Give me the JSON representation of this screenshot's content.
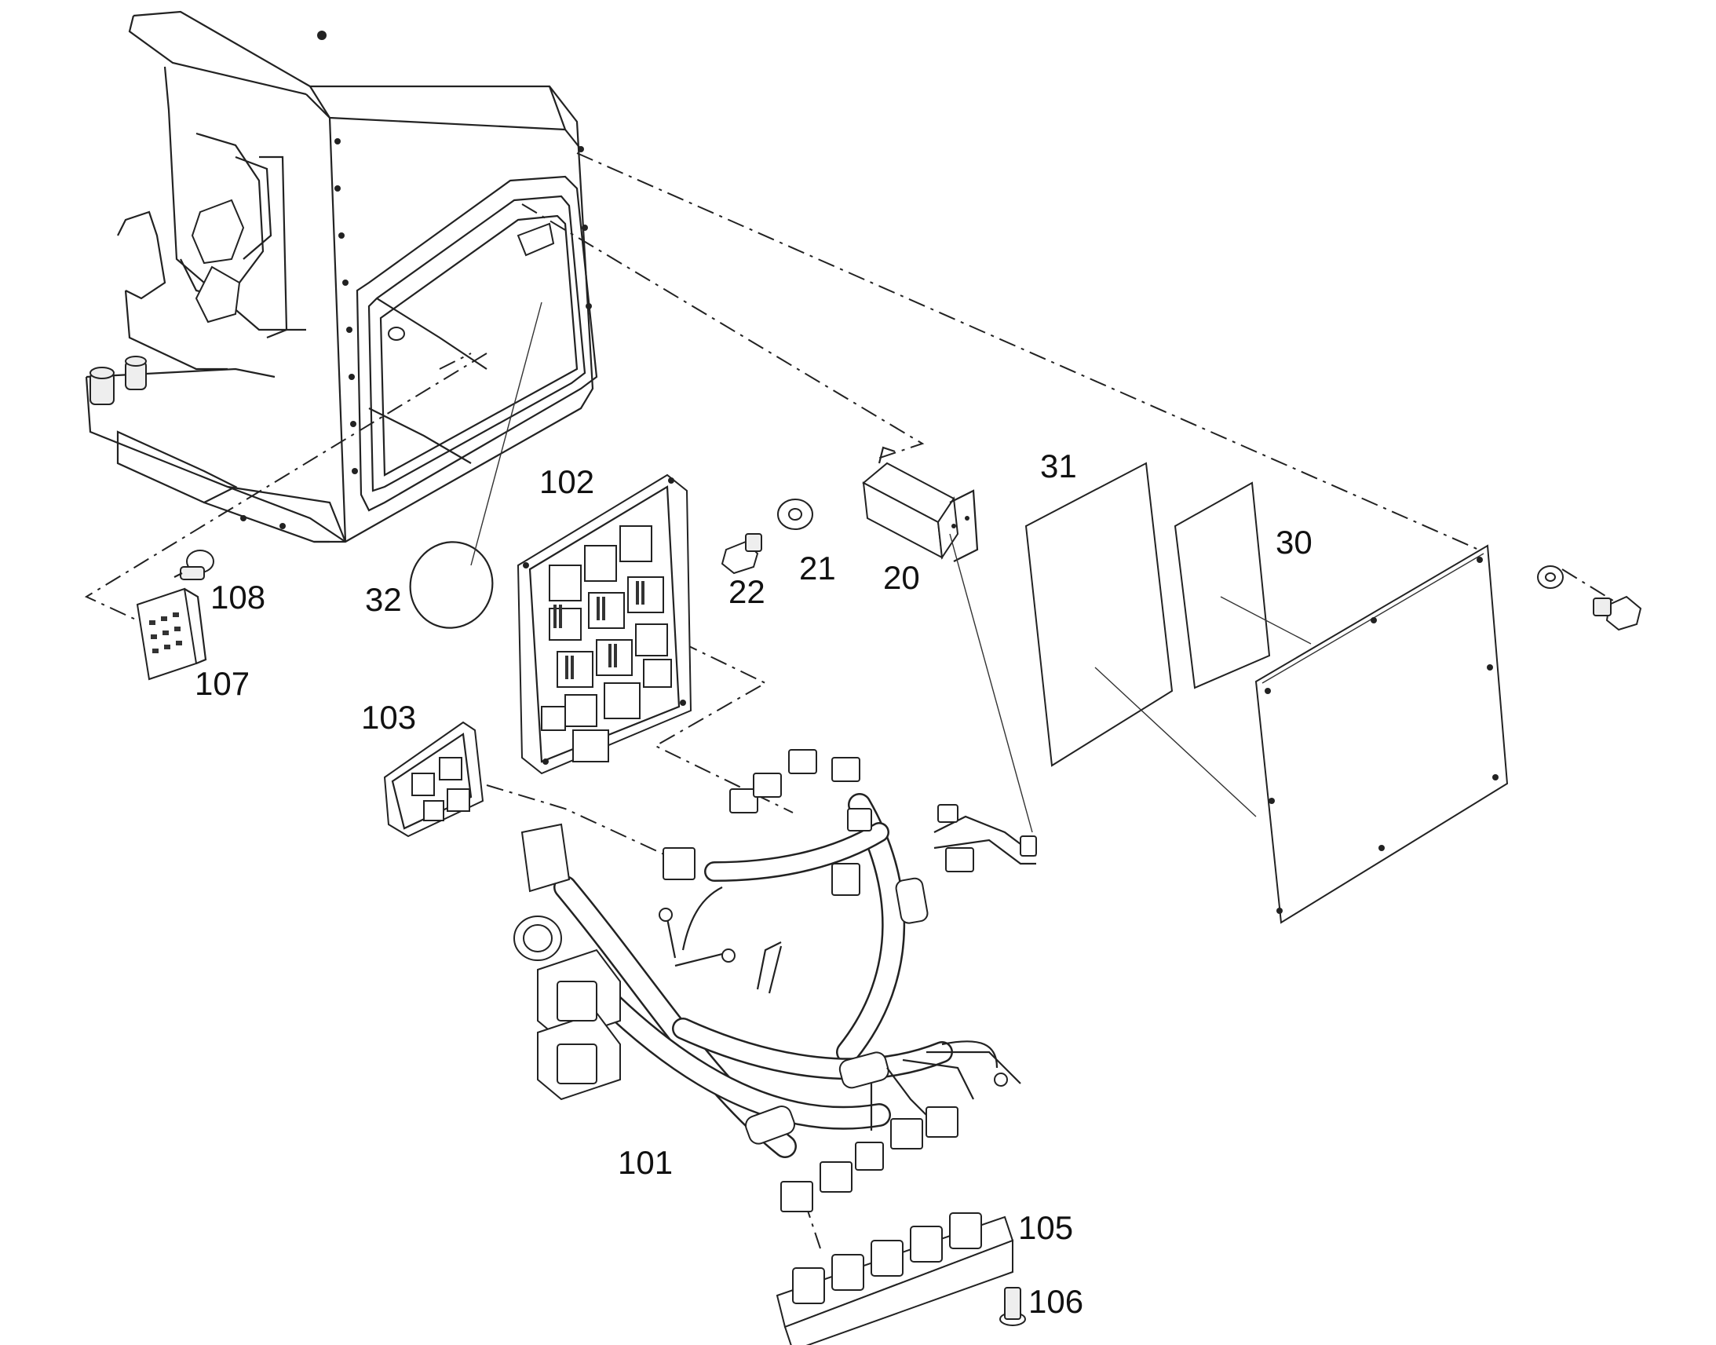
{
  "diagram": {
    "part_labels": {
      "p20": "20",
      "p21": "21",
      "p22": "22",
      "p30": "30",
      "p31": "31",
      "p32": "32",
      "p101": "101",
      "p102": "102",
      "p103": "103",
      "p105": "105",
      "p106": "106",
      "p107": "107",
      "p108": "108"
    }
  }
}
